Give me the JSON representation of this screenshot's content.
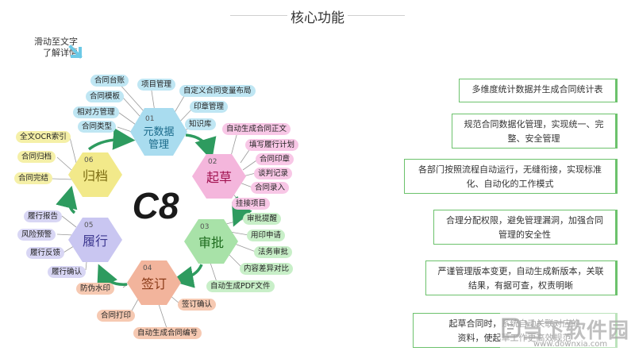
{
  "title": "核心功能",
  "hint": {
    "line1": "滑动至文字",
    "line2": "了解详情"
  },
  "center": "C8",
  "stages": [
    {
      "num": "01",
      "line1": "元数据",
      "line2": "管理",
      "color": "#a9dcef"
    },
    {
      "num": "02",
      "line1": "起草",
      "line2": "",
      "color": "#f4b6dc"
    },
    {
      "num": "03",
      "line1": "审批",
      "line2": "",
      "color": "#a8e2a8"
    },
    {
      "num": "04",
      "line1": "签订",
      "line2": "",
      "color": "#f2b49c"
    },
    {
      "num": "05",
      "line1": "履行",
      "line2": "",
      "color": "#c9c6f1"
    },
    {
      "num": "06",
      "line1": "归档",
      "line2": "",
      "color": "#f2e98a"
    }
  ],
  "metadata_items": [
    "合同台账",
    "项目管理",
    "自定义合同变量布局",
    "合同模板",
    "印章管理",
    "相对方管理",
    "知识库",
    "合同类型"
  ],
  "draft_items": [
    "自动生成合同正文",
    "填写履行计划",
    "合同印章",
    "谈判记录",
    "合同录入",
    "挂接项目"
  ],
  "approve_items": [
    "审批提醒",
    "用印申请",
    "法务审批",
    "内容差异对比",
    "自动生成PDF文件"
  ],
  "sign_items": [
    "防伪水印",
    "签订确认",
    "合同打印",
    "自动生成合同编号"
  ],
  "perform_items": [
    "履行报告",
    "风险预警",
    "履行反馈",
    "履行确认"
  ],
  "archive_items": [
    "全文OCR索引",
    "合同归档",
    "合同完结"
  ],
  "right_boxes": [
    {
      "l1": "多维度统计数据并生成合同统计表",
      "l2": ""
    },
    {
      "l1": "规范合同数据化管理，实现统一、完",
      "l2": "整、安全管理"
    },
    {
      "l1": "各部门按照流程自动运行，无缝衔接，实现标准",
      "l2": "化、自动化的工作模式"
    },
    {
      "l1": "合理分配权限，避免管理漏洞，加强合同",
      "l2": "管理的安全性"
    },
    {
      "l1": "严谨管理版本变更，自动生成新版本，关联",
      "l2": "结果，有据可查，权责明晰"
    },
    {
      "l1": "起草合同时，系统自动关联对应的",
      "l2": "资料，使起草工作更高效规范"
    }
  ],
  "watermark": {
    "big": "当下软件园",
    "url": "www.downxia.com"
  },
  "colors": {
    "arrow": "#2e9b5f",
    "box_border": "#6cc26c",
    "hint_arrow": "#6cc9e6"
  }
}
